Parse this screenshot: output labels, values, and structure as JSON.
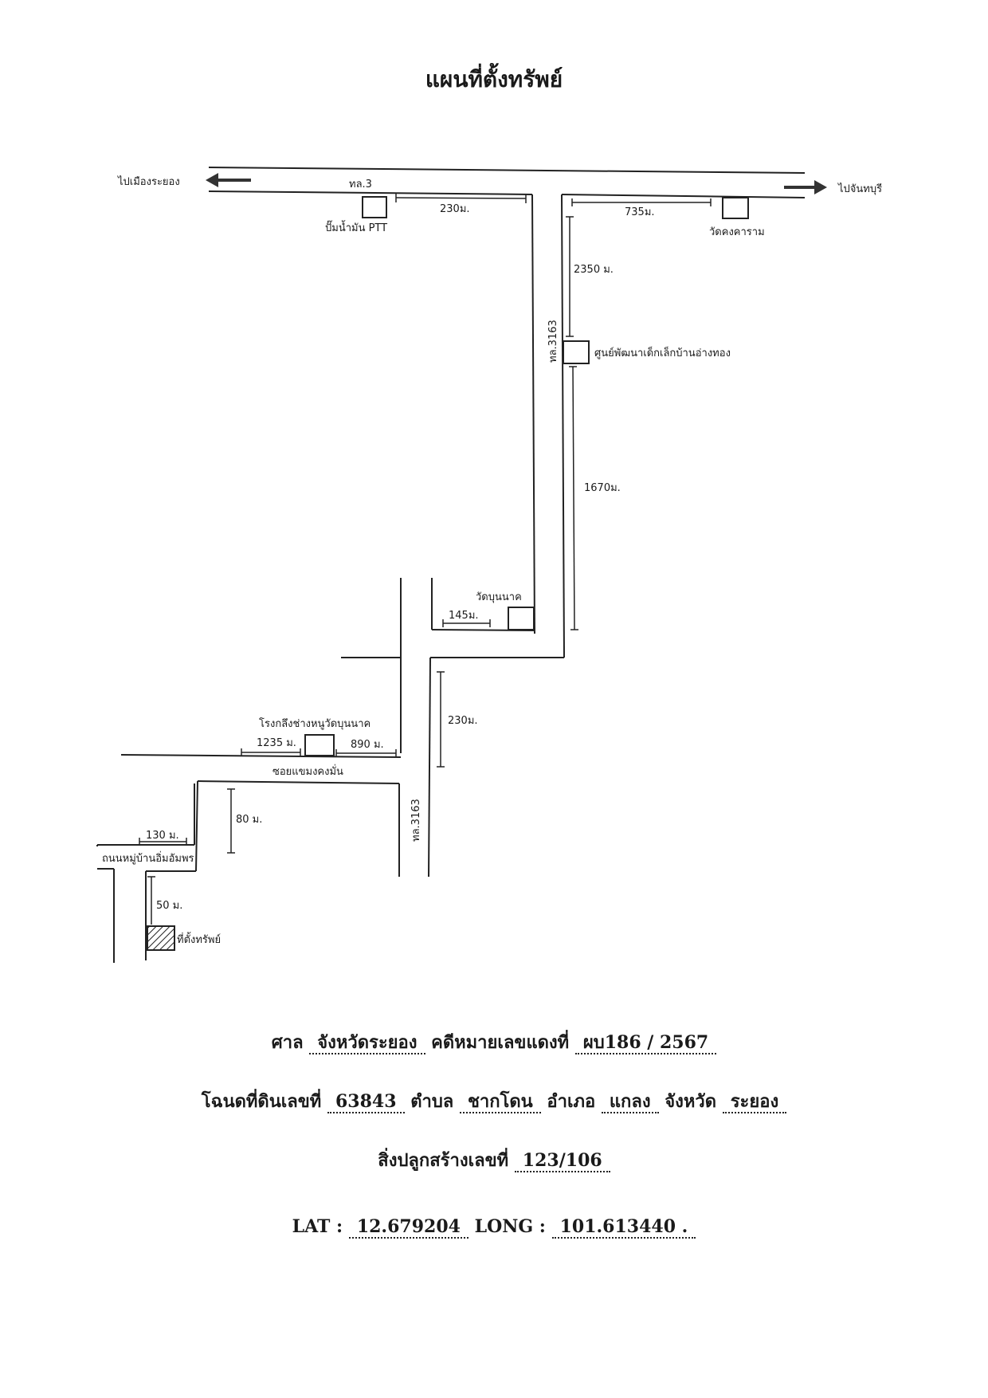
{
  "title": "แผนที่ตั้งทรัพย์",
  "map": {
    "to_left": "ไปเมืองระยอง",
    "to_right": "ไปจันทบุรี",
    "highway_top": "ทล.3",
    "ptt": "ปั๊มน้ำมัน PTT",
    "d_230_top": "230ม.",
    "d_735": "735ม.",
    "wat_khong": "วัดคงคาราม",
    "d_2350": "2350 ม.",
    "hwy_3163_a": "ทล.3163",
    "child_center": "ศูนย์พัฒนาเด็กเล็กบ้านอ่างทอง",
    "d_1670": "1670ม.",
    "wat_bunnak": "วัดบุนนาค",
    "d_145": "145ม.",
    "d_230_mid": "230ม.",
    "factory": "โรงกลึงช่างหนูวัดบุนนาค",
    "d_1235": "1235 ม.",
    "d_890": "890 ม.",
    "soi": "ซอยแขมงคงมั่น",
    "d_80": "80 ม.",
    "hwy_3163_b": "ทล.3163",
    "d_130": "130 ม.",
    "village_road": "ถนนหมู่บ้านอิ่มอัมพร",
    "d_50": "50 ม.",
    "property": "ที่ตั้งทรัพย์"
  },
  "info": {
    "court_label": "ศาล",
    "court_value": "จังหวัดระยอง",
    "case_label": "คดีหมายเลขแดงที่",
    "case_value": "ผบ186 / 2567",
    "deed_label": "โฉนดที่ดินเลขที่",
    "deed_value": "63843",
    "tambon_label": "ตำบล",
    "tambon_value": "ชากโดน",
    "amphoe_label": "อำเภอ",
    "amphoe_value": "แกลง",
    "province_label": "จังหวัด",
    "province_value": "ระยอง",
    "building_label": "สิ่งปลูกสร้างเลขที่",
    "building_value": "123/106",
    "lat_label": "LAT :",
    "lat_value": "12.679204",
    "long_label": "LONG :",
    "long_value": "101.613440 ."
  }
}
